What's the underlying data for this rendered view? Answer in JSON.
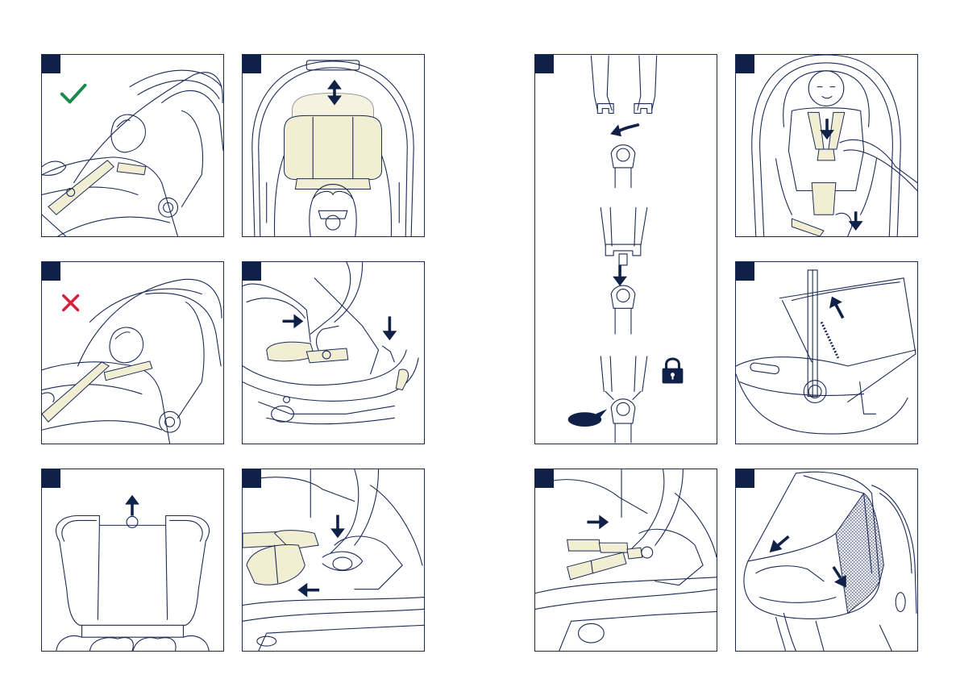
{
  "colors": {
    "frame": "#1b2a55",
    "badge": "#0f2147",
    "arrow": "#0f2147",
    "pad": "#f1eed3",
    "check": "#1c8a4f",
    "cross": "#d4213d"
  },
  "panels": [
    {
      "id": "p1",
      "icon": "check-icon"
    },
    {
      "id": "p2",
      "icon": "up-down-arrow-icon"
    },
    {
      "id": "p3",
      "icon": "cross-icon"
    },
    {
      "id": "p4",
      "icon": "arrow-icon"
    },
    {
      "id": "p5",
      "icon": "up-arrow-icon"
    },
    {
      "id": "p6",
      "icon": "arrow-icon"
    },
    {
      "id": "p7",
      "icon": "lock-icon"
    },
    {
      "id": "p8",
      "icon": "down-arrow-icon"
    },
    {
      "id": "p9",
      "icon": "up-arrow-icon"
    },
    {
      "id": "p10",
      "icon": "right-arrow-icon"
    },
    {
      "id": "p11",
      "icon": "arrow-icon"
    }
  ]
}
